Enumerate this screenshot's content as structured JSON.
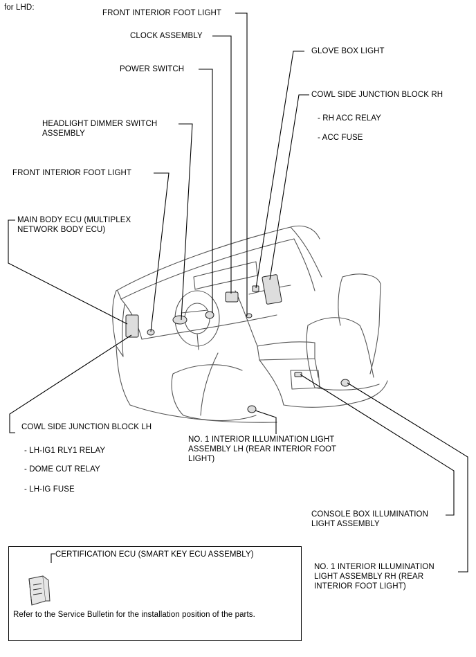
{
  "header": {
    "variant": "for LHD:"
  },
  "labels": {
    "front_interior_foot_light_top": "FRONT INTERIOR FOOT LIGHT",
    "clock_assembly": "CLOCK ASSEMBLY",
    "power_switch": "POWER SWITCH",
    "headlight_dimmer_switch": "HEADLIGHT DIMMER SWITCH\nASSEMBLY",
    "front_interior_foot_light_left": "FRONT INTERIOR FOOT LIGHT",
    "main_body_ecu": "MAIN BODY ECU (MULTIPLEX\nNETWORK BODY ECU)",
    "glove_box_light": "GLOVE BOX LIGHT",
    "cowl_side_jb_rh": "COWL SIDE JUNCTION BLOCK RH",
    "cowl_side_jb_lh": "COWL SIDE JUNCTION BLOCK LH",
    "interior_illum_lh": "NO. 1 INTERIOR ILLUMINATION LIGHT\nASSEMBLY LH (REAR INTERIOR FOOT\nLIGHT)",
    "console_box_illum": "CONSOLE BOX ILLUMINATION\nLIGHT ASSEMBLY",
    "interior_illum_rh": "NO. 1 INTERIOR ILLUMINATION\nLIGHT ASSEMBLY RH (REAR\nINTERIOR FOOT LIGHT)"
  },
  "rh_items": [
    "- RH ACC RELAY",
    "- ACC FUSE"
  ],
  "lh_items": [
    "- LH-IG1 RLY1 RELAY",
    "- DOME CUT RELAY",
    "- LH-IG FUSE"
  ],
  "note_box": {
    "part_label": "CERTIFICATION ECU (SMART KEY ECU ASSEMBLY)",
    "note": "Refer to the Service Bulletin for the installation position of the parts.",
    "icon": "ecu-module-icon"
  }
}
